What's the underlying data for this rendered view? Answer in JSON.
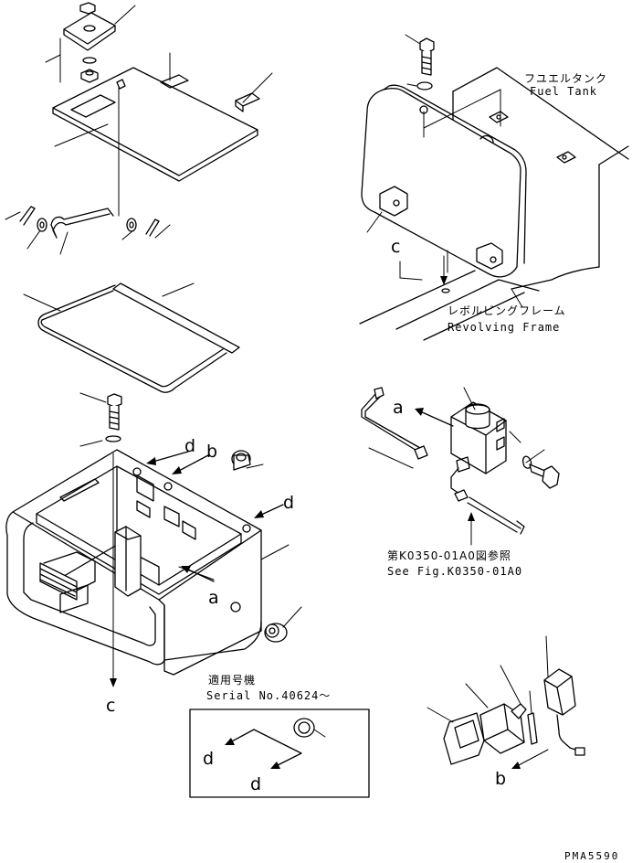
{
  "labels": {
    "fuel_tank_jp": "フユエルタンク",
    "fuel_tank_en": "Fuel Tank",
    "revolving_frame_jp": "レボルビングフレーム",
    "revolving_frame_en": "Revolving Frame",
    "see_fig_jp": "第K0350-01A0図参照",
    "see_fig_en": "See Fig.K0350-01A0",
    "serial_jp": "適用号機",
    "serial_en": "Serial No.40624～",
    "drawing_code": "PMA5590"
  },
  "callouts": {
    "a": "a",
    "b": "b",
    "c": "c",
    "d": "d"
  }
}
